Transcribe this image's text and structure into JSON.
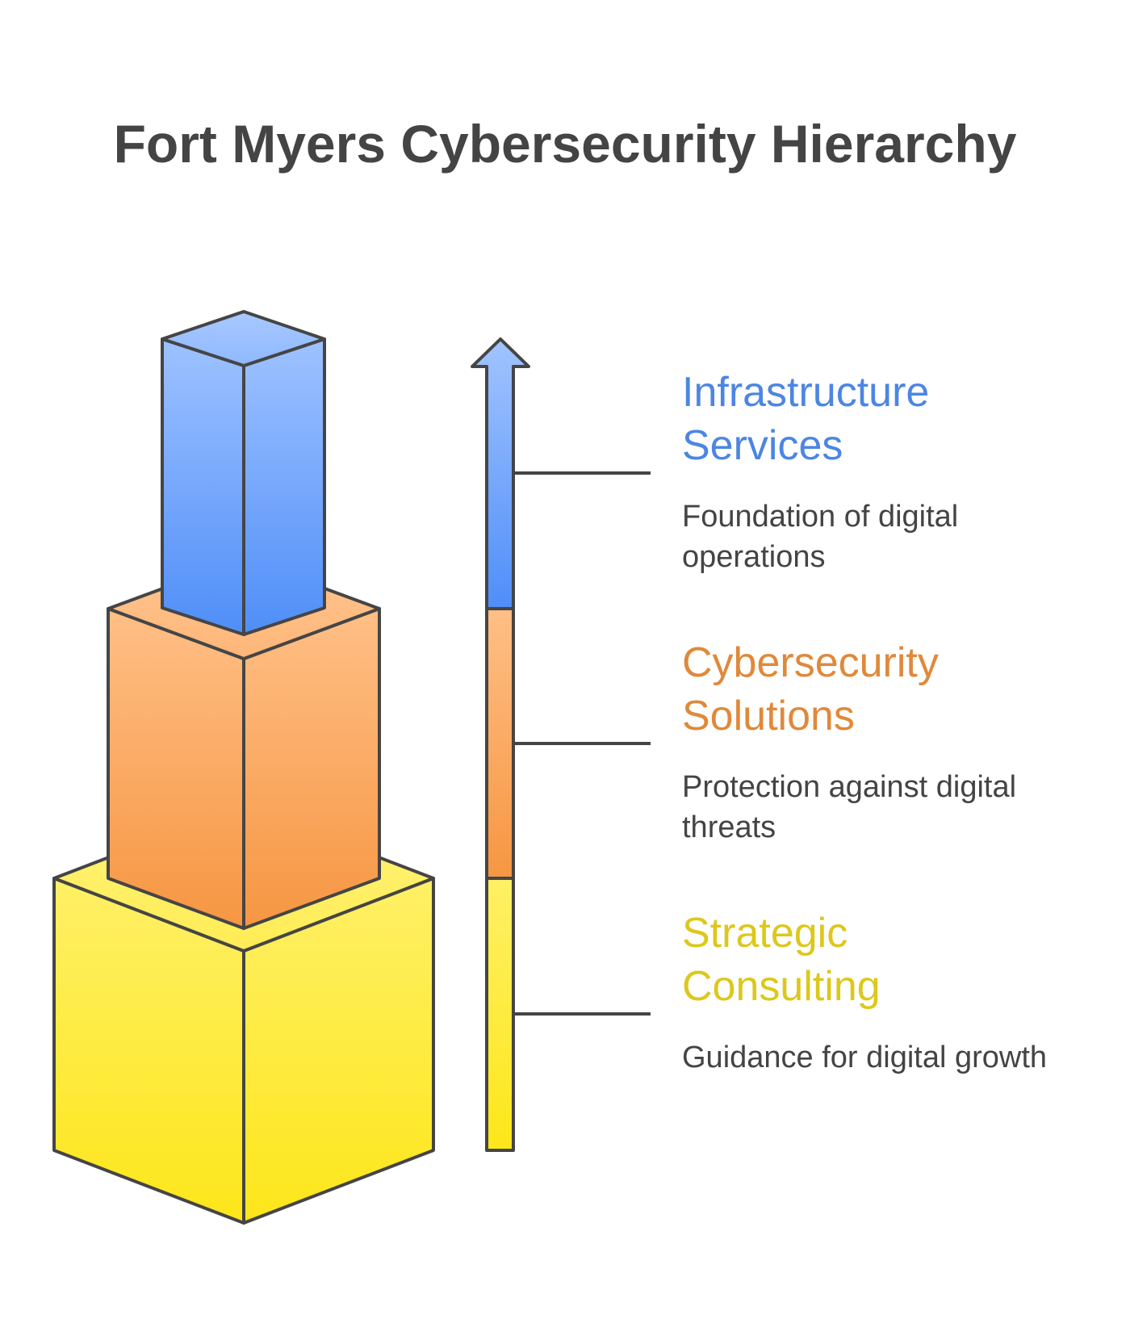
{
  "title": "Fort Myers Cybersecurity Hierarchy",
  "colors": {
    "blue": "#5b93f5",
    "orange": "#f39a49",
    "yellow": "#fde828",
    "text_blue": "#4d86e2",
    "text_orange": "#e0893a",
    "text_yellow": "#dcc81c",
    "outline": "#454545"
  },
  "levels": [
    {
      "title_line1": "Infrastructure",
      "title_line2": "Services",
      "description": "Foundation of digital operations"
    },
    {
      "title_line1": "Cybersecurity",
      "title_line2": "Solutions",
      "description": "Protection against digital threats"
    },
    {
      "title_line1": "Strategic",
      "title_line2": "Consulting",
      "description": "Guidance for digital growth"
    }
  ]
}
